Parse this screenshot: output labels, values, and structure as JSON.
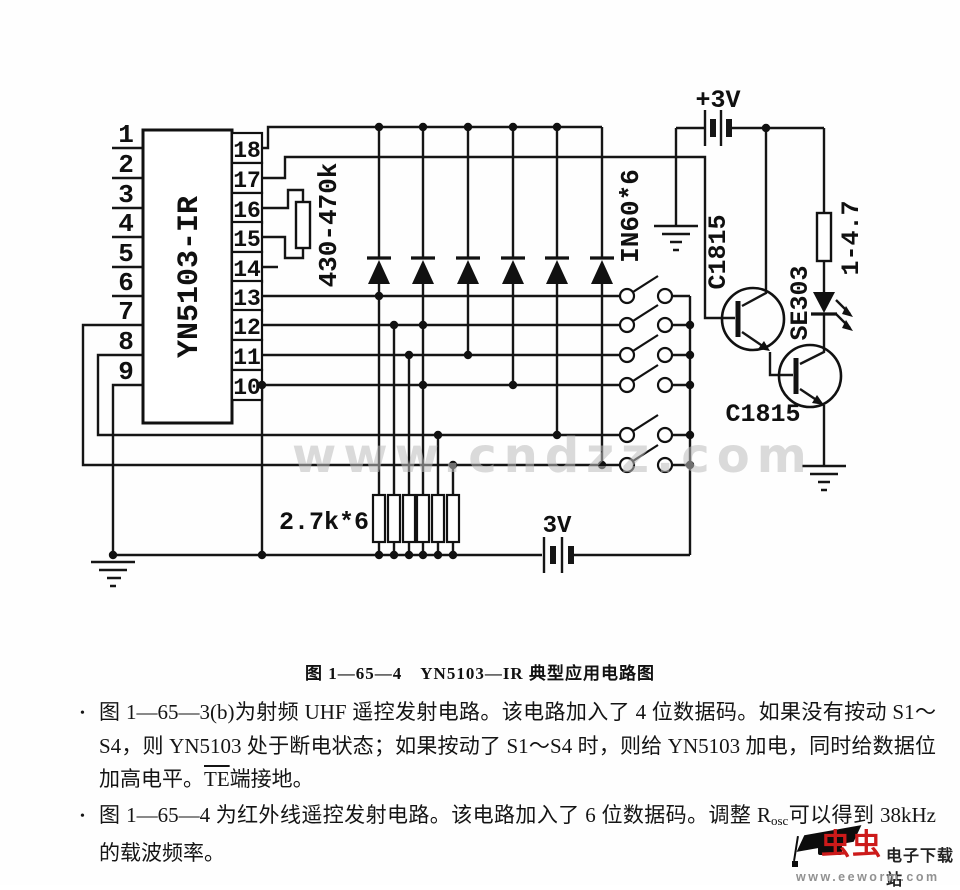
{
  "watermark": {
    "text": "www.cndzz.com"
  },
  "circuit": {
    "ic": {
      "label": "YN5103-IR",
      "left_pins": [
        "1",
        "2",
        "3",
        "4",
        "5",
        "6",
        "7",
        "8",
        "9"
      ],
      "right_pins": [
        "18",
        "17",
        "16",
        "15",
        "14",
        "13",
        "12",
        "11",
        "10"
      ]
    },
    "labels": {
      "osc_resistor": "430-470k",
      "diode_array": "IN60*6",
      "pull_resistors": "2.7k*6",
      "battery_top": "+3V",
      "battery_bottom": "3V",
      "q1": "C1815",
      "q2": "C1815",
      "ir_led": "SE303",
      "led_resistor": "1-4.7"
    }
  },
  "caption": "图 1—65—4　YN5103—IR 典型应用电路图",
  "paragraphs": [
    {
      "bullet": "•",
      "segments": [
        {
          "t": "图 1—65—3(b)为射频 UHF 遥控发射电路。该电路加入了 4 位数据码。如果没有按动 S1～S4，则 YN5103 处于断电状态；如果按动了 S1～S4 时，则给 YN5103 加电，同时给数据位加高电平。"
        },
        {
          "t": "TE"
        },
        {
          "t": "端接地。"
        }
      ]
    },
    {
      "bullet": "•",
      "segments": [
        {
          "t": "图 1—65—4 为红外线遥控发射电路。该电路加入了 6 位数据码。调整 R"
        },
        {
          "t": "osc"
        },
        {
          "t": "可以得到 38kHz 的载波频率。"
        }
      ]
    }
  ],
  "logo": {
    "name": "虫虫",
    "site": "电子下载站",
    "url": "www.eeworm.com",
    "brand_color": "#cc1a1a"
  }
}
